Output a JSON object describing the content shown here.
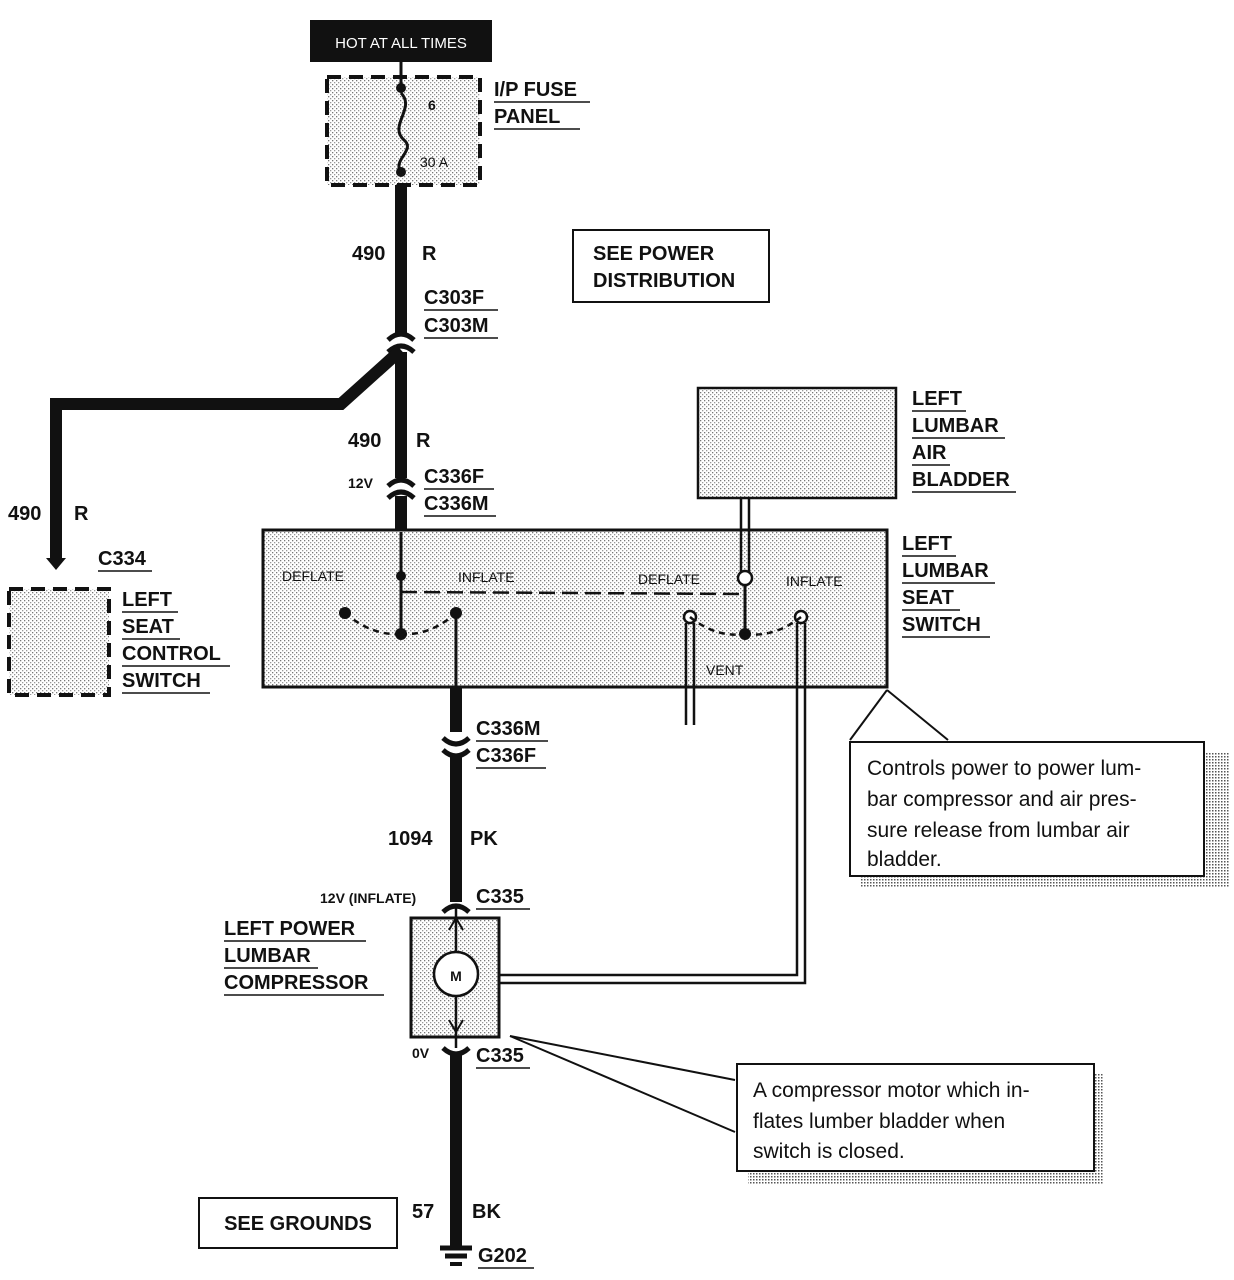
{
  "power_source": {
    "label": "HOT AT ALL TIMES"
  },
  "fuse_panel": {
    "name": [
      "I/P FUSE",
      "PANEL"
    ],
    "fuse_number": "6",
    "fuse_rating": "30 A"
  },
  "see_power": [
    "SEE POWER",
    "DISTRIBUTION"
  ],
  "wire_top": {
    "circuit": "490",
    "color": "R"
  },
  "conn_c303": [
    "C303F",
    "C303M"
  ],
  "wire_mid": {
    "circuit": "490",
    "color": "R"
  },
  "voltage_12v": "12V",
  "conn_c336_top": [
    "C336F",
    "C336M"
  ],
  "wire_left": {
    "circuit": "490",
    "color": "R"
  },
  "conn_c334": "C334",
  "left_seat_switch": [
    "LEFT",
    "SEAT",
    "CONTROL",
    "SWITCH"
  ],
  "air_bladder": [
    "LEFT",
    "LUMBAR",
    "AIR",
    "BLADDER"
  ],
  "lumbar_switch": {
    "name": [
      "LEFT",
      "LUMBAR",
      "SEAT",
      "SWITCH"
    ],
    "deflate_left": "DEFLATE",
    "inflate_left": "INFLATE",
    "deflate_right": "DEFLATE",
    "inflate_right": "INFLATE",
    "vent": "VENT"
  },
  "callout_switch": [
    "Controls power to power lum-",
    "bar compressor and air pres-",
    "sure release from lumbar air",
    "bladder."
  ],
  "conn_c336_bottom": [
    "C336M",
    "C336F"
  ],
  "wire_pk": {
    "circuit": "1094",
    "color": "PK"
  },
  "voltage_inflate": "12V (INFLATE)",
  "conn_c335_top": "C335",
  "compressor": {
    "name": [
      "LEFT POWER",
      "LUMBAR",
      "COMPRESSOR"
    ],
    "motor_symbol": "M"
  },
  "voltage_0v": "0V",
  "conn_c335_bottom": "C335",
  "callout_compressor": [
    "A compressor motor which in-",
    "flates lumber bladder when",
    "switch is closed."
  ],
  "see_grounds": "SEE GROUNDS",
  "wire_bk": {
    "circuit": "57",
    "color": "BK"
  },
  "ground": "G202"
}
